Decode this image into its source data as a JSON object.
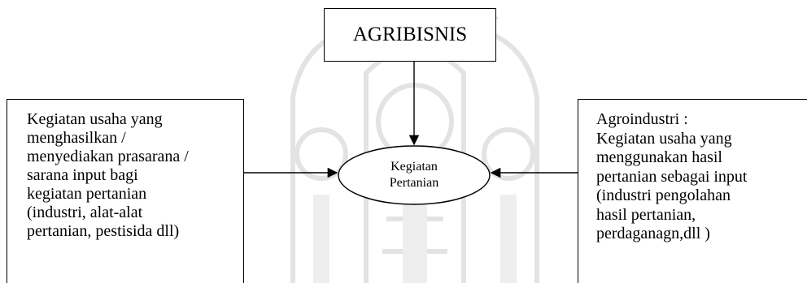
{
  "diagram": {
    "top_box": {
      "label": "AGRIBISNIS"
    },
    "center_node": {
      "lines": [
        "Kegiatan",
        "Pertanian"
      ]
    },
    "left_box": {
      "lines": [
        "Kegiatan usaha yang",
        "menghasilkan /",
        "menyediakan prasarana /",
        "sarana input bagi",
        "kegiatan pertanian",
        "(industri, alat-alat",
        "pertanian, pestisida dll)"
      ]
    },
    "right_box": {
      "lines": [
        "Agroindustri :",
        "Kegiatan usaha yang",
        "menggunakan hasil",
        "pertanian sebagai input",
        "(industri pengolahan",
        "hasil pertanian,",
        "perdaganagn,dll )"
      ]
    }
  }
}
